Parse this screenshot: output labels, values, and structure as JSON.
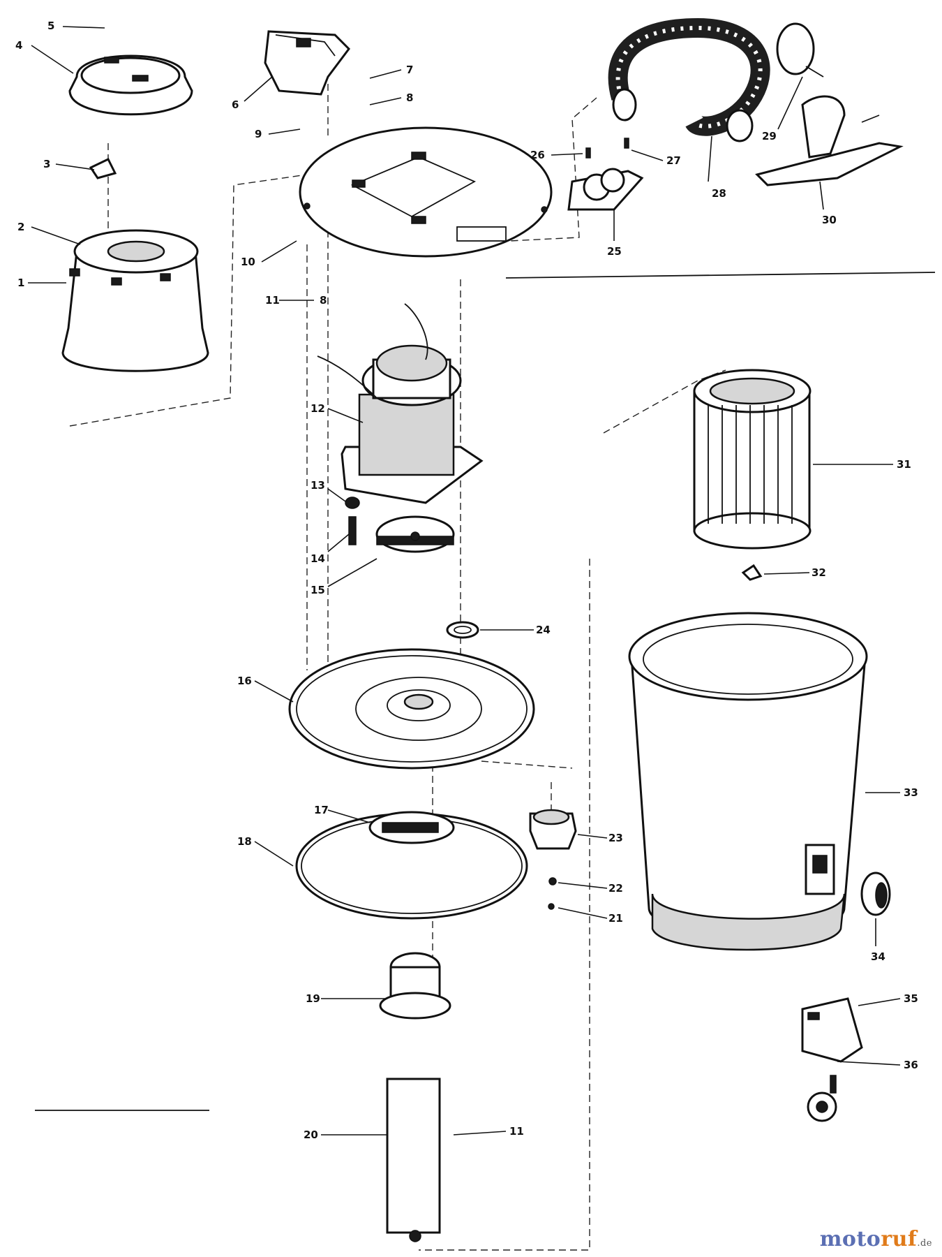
{
  "labels": {
    "l1": "1",
    "l2": "2",
    "l3": "3",
    "l4": "4",
    "l5": "5",
    "l6": "6",
    "l7": "7",
    "l8a": "8",
    "l8b": "8",
    "l9": "9",
    "l10": "10",
    "l11a": "11",
    "l11b": "11",
    "l12": "12",
    "l13": "13",
    "l14": "14",
    "l15": "15",
    "l16": "16",
    "l17": "17",
    "l18": "18",
    "l19": "19",
    "l20": "20",
    "l21": "21",
    "l22": "22",
    "l23": "23",
    "l24": "24",
    "l25": "25",
    "l26": "26",
    "l27": "27",
    "l28": "28",
    "l29": "29",
    "l30": "30",
    "l31": "31",
    "l32": "32",
    "l33": "33",
    "l34": "34",
    "l35": "35",
    "l36": "36"
  },
  "watermark": {
    "brand_part1": "moto",
    "brand_part2": "ruf",
    "tld": ".de",
    "color_1": "#5b6fb3",
    "color_2": "#e07b1a"
  }
}
